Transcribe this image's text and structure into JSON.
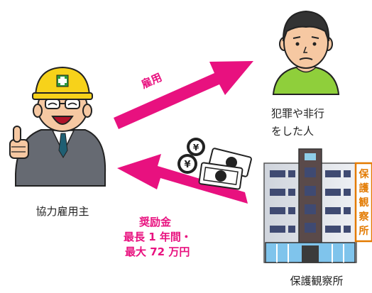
{
  "employer": {
    "label": "協力雇用主"
  },
  "offender": {
    "lines": [
      "犯罪や非行",
      "をした人"
    ]
  },
  "office": {
    "label": "保護観察所",
    "sign_chars": [
      "保",
      "護",
      "観",
      "察",
      "所"
    ]
  },
  "arrow_hire": {
    "label": "雇用"
  },
  "arrow_incentive": {
    "lines": [
      "奨励金",
      "最長 1 年間・",
      "最大 72 万円"
    ]
  },
  "money": {
    "coin_symbol": "¥"
  },
  "colors": {
    "arrow": "#e8117f",
    "arrow_text": "#e8117f",
    "helmet": "#f7d21a",
    "sign_text": "#e37a00",
    "building_glass": "#7fc4ec",
    "shirt_green": "#8fcf3b"
  }
}
